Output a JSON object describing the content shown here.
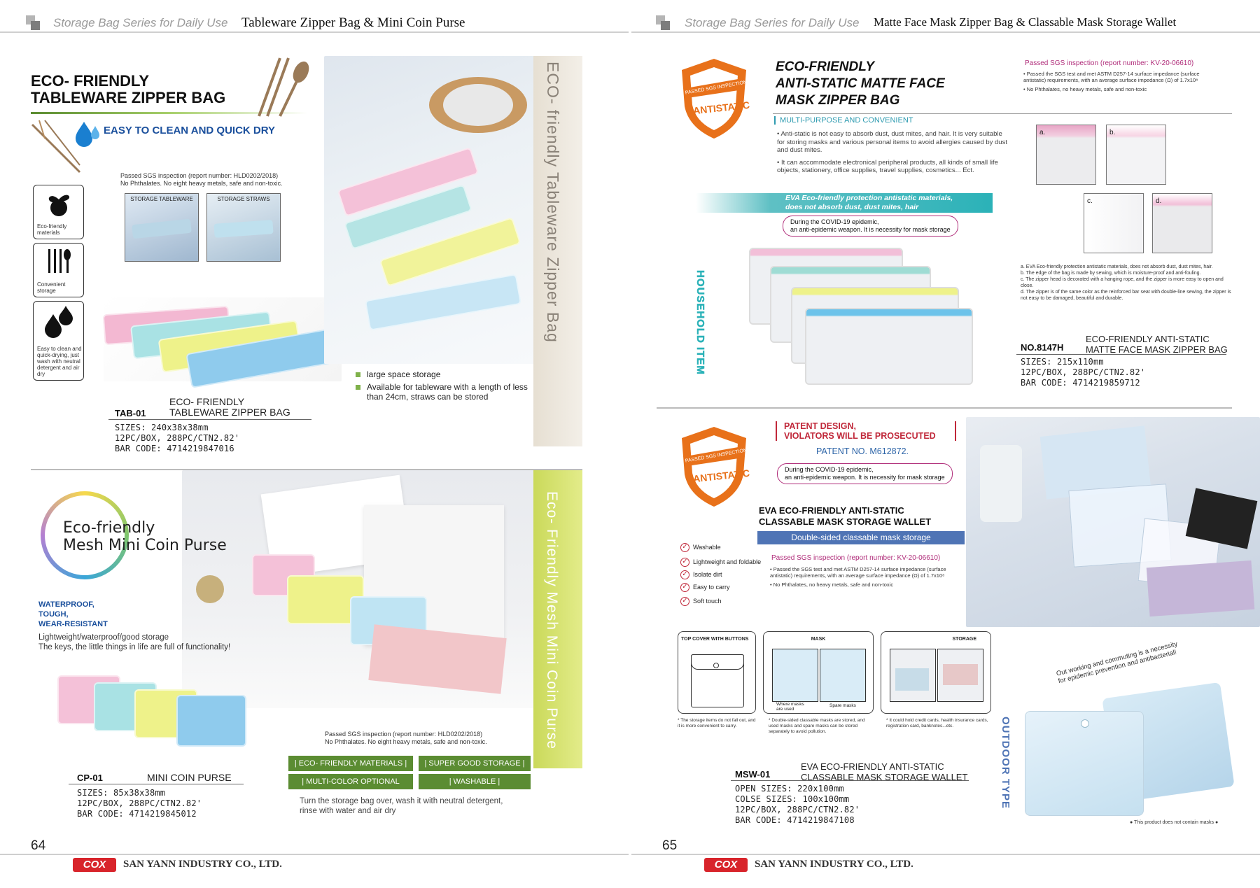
{
  "left_page": {
    "header": {
      "series": "Storage Bag Series for Daily Use",
      "title": "Tableware Zipper Bag & Mini Coin Purse"
    },
    "tableware": {
      "title_line1": "ECO- FRIENDLY",
      "title_line2": "TABLEWARE ZIPPER BAG",
      "tagline": "EASY TO CLEAN AND QUICK DRY",
      "sgs_line1": "Passed SGS inspection (report number: HLD0202/2018)",
      "sgs_line2": "No Phthalates. No eight heavy metals, safe and non-toxic.",
      "thumb1": "STORAGE TABLEWARE",
      "thumb2": "STORAGE STRAWS",
      "icons": [
        {
          "name": "leaf-globe-icon",
          "label": "Eco-friendly materials"
        },
        {
          "name": "cutlery-icon",
          "label": "Convenient storage"
        },
        {
          "name": "droplets-icon",
          "label": "Easy to clean and quick-drying, just wash with neutral detergent and air dry"
        }
      ],
      "band_text": "ECO- friendly Tableware Zipper Bag",
      "bullets": [
        "large space storage",
        "Available for tableware with a length of less than 24cm, straws can be stored"
      ],
      "code": "TAB-01",
      "name_line1": "ECO- FRIENDLY",
      "name_line2": "TABLEWARE ZIPPER BAG",
      "sizes": "SIZES: 240x38x38mm",
      "packing": "12PC/BOX, 288PC/CTN2.82'",
      "barcode": "BAR CODE: 4714219847016"
    },
    "coin": {
      "title_line1": "Eco-friendly",
      "title_line2": "Mesh Mini Coin Purse",
      "features": [
        "WATERPROOF,",
        "TOUGH,",
        "WEAR-RESISTANT"
      ],
      "desc1": "Lightweight/waterproof/good storage",
      "desc2": "The keys, the little things in life are full of functionality!",
      "band_text": "Eco- Friendly Mesh Mini Coin Purse",
      "sgs_line1": "Passed SGS inspection (report number: HLD0202/2018)",
      "sgs_line2": "No Phthalates. No eight heavy metals, safe and non-toxic.",
      "buttons": [
        "ECO- FRIENDLY MATERIALS",
        "SUPER GOOD STORAGE",
        "MULTI-COLOR OPTIONAL",
        "WASHABLE"
      ],
      "wash_note1": "Turn the storage bag over, wash it with neutral detergent,",
      "wash_note2": "rinse with water and air dry",
      "code": "CP-01",
      "name": "MINI COIN PURSE",
      "sizes": "SIZES: 85x38x38mm",
      "packing": "12PC/BOX, 288PC/CTN2.82'",
      "barcode": "BAR CODE: 4714219845012"
    },
    "page_number": "64",
    "footer": {
      "logo": "COX",
      "company": "SAN YANN INDUSTRY CO., LTD."
    }
  },
  "right_page": {
    "header": {
      "series": "Storage Bag Series for Daily Use",
      "title": "Matte Face Mask Zipper Bag & Classable Mask Storage Wallet"
    },
    "mask_bag": {
      "shield_top": "PASSED SGS INSPECTION",
      "shield_main": "ANTISTATIC",
      "title_line1": "ECO-FRIENDLY",
      "title_line2": "ANTI-STATIC MATTE FACE",
      "title_line3": "MASK ZIPPER BAG",
      "sgs_head": "Passed SGS inspection (report number: KV-20-06610)",
      "sgs_b1": "Passed the SGS test and met ASTM D257-14 surface impedance (surface antistatic) requirements, with an average surface impedance (Ω) of 1.7x10⁸",
      "sgs_b2": "No Phthalates, no heavy metals, safe and non-toxic",
      "subhead": "MULTI-PURPOSE AND CONVENIENT",
      "desc1": "Anti-static is not easy to absorb dust, dust mites, and hair. It is very suitable for storing masks and various personal items to avoid allergies caused by dust and dust mites.",
      "desc2": "It can accommodate electronical peripheral products, all kinds of small life objects, stationery, office supplies, travel supplies, cosmetics... Ect.",
      "banner1": "EVA Eco-friendly protection antistatic materials,",
      "banner2": "does not absorb dust, dust mites, hair",
      "covid1": "During the COVID-19 epidemic,",
      "covid2": "an anti-epidemic weapon. It is necessity for mask storage",
      "band_text": "HOUSEHOLD ITEM",
      "detail_labels": [
        "a.",
        "b.",
        "c.",
        "d."
      ],
      "notes": [
        "a. EVA Eco-friendly protection antistatic materials, does not absorb dust, dust mites, hair.",
        "b. The edge of the bag is made by sewing, which is moisture-proof and anti-fouling.",
        "c. The zipper head is decorated with a hanging rope, and the zipper is more easy to open and close.",
        "d. The zipper is of the same color as the reinforced bar seat with double-line sewing, the zipper is not easy to be damaged, beautiful and durable."
      ],
      "code": "NO.8147H",
      "name_line1": "ECO-FRIENDLY ANTI-STATIC",
      "name_line2": "MATTE FACE MASK ZIPPER BAG",
      "sizes": "SIZES: 215x110mm",
      "packing": "12PC/BOX, 288PC/CTN2.82'",
      "barcode": "BAR CODE: 4714219859712"
    },
    "wallet": {
      "patent1": "PATENT DESIGN,",
      "patent2": "VIOLATORS WILL BE PROSECUTED",
      "patent_no": "PATENT NO. M612872.",
      "covid1": "During the COVID-19 epidemic,",
      "covid2": "an anti-epidemic weapon. It is necessity for mask storage",
      "shield_top": "PASSED SGS INSPECTION",
      "shield_main": "ANTISTATIC",
      "title_line1": "EVA ECO-FRIENDLY ANTI-STATIC",
      "title_line2": "CLASSABLE MASK STORAGE WALLET",
      "subtitle": "Double-sided classable mask storage",
      "checks": [
        "Washable",
        "Lightweight and foldable",
        "Isolate dirt",
        "Easy to carry",
        "Soft touch"
      ],
      "sgs_head": "Passed SGS inspection (report number: KV-20-06610)",
      "sgs_b1": "Passed the SGS test and met ASTM D257-14 surface impedance (surface antistatic) requirements, with an average surface impedance (Ω) of 1.7x10⁸",
      "sgs_b2": "No Phthalates, no heavy metals, safe and non-toxic",
      "diagrams": [
        {
          "title": "TOP COVER WITH BUTTONS",
          "note": "* The storage items do not fall out, and it is more convenient to carry."
        },
        {
          "title": "MASK",
          "label_left": "Where masks are used",
          "label_right": "Spare masks",
          "note": "* Double-sided classable masks are stored, and used masks and spare masks can be stored separately to avoid pollution."
        },
        {
          "title": "STORAGE",
          "note": "* It could hold credit cards, health insurance cards, registration card, banknotes...etc."
        }
      ],
      "band_text": "OUTDOOR TYPE",
      "slogan1": "Out working and commuting is a necessity",
      "slogan2": "for epidemic prevention and antibacterial!",
      "footnote": "● This product does not contain masks ●",
      "code": "MSW-01",
      "name_line1": "EVA ECO-FRIENDLY ANTI-STATIC",
      "name_line2": "CLASSABLE MASK STORAGE WALLET",
      "open_sizes": "OPEN SIZES: 220x100mm",
      "close_sizes": "COLSE SIZES: 100x100mm",
      "packing": "12PC/BOX, 288PC/CTN2.82'",
      "barcode": "BAR CODE: 4714219847108"
    },
    "page_number": "65",
    "footer": {
      "logo": "COX",
      "company": "SAN YANN INDUSTRY CO., LTD."
    }
  },
  "colors": {
    "green": "#5b8c32",
    "blue": "#1a4f9c",
    "orange": "#e8711a",
    "teal": "#2bb2b8",
    "magenta": "#b02d7a",
    "red": "#c0283a"
  }
}
